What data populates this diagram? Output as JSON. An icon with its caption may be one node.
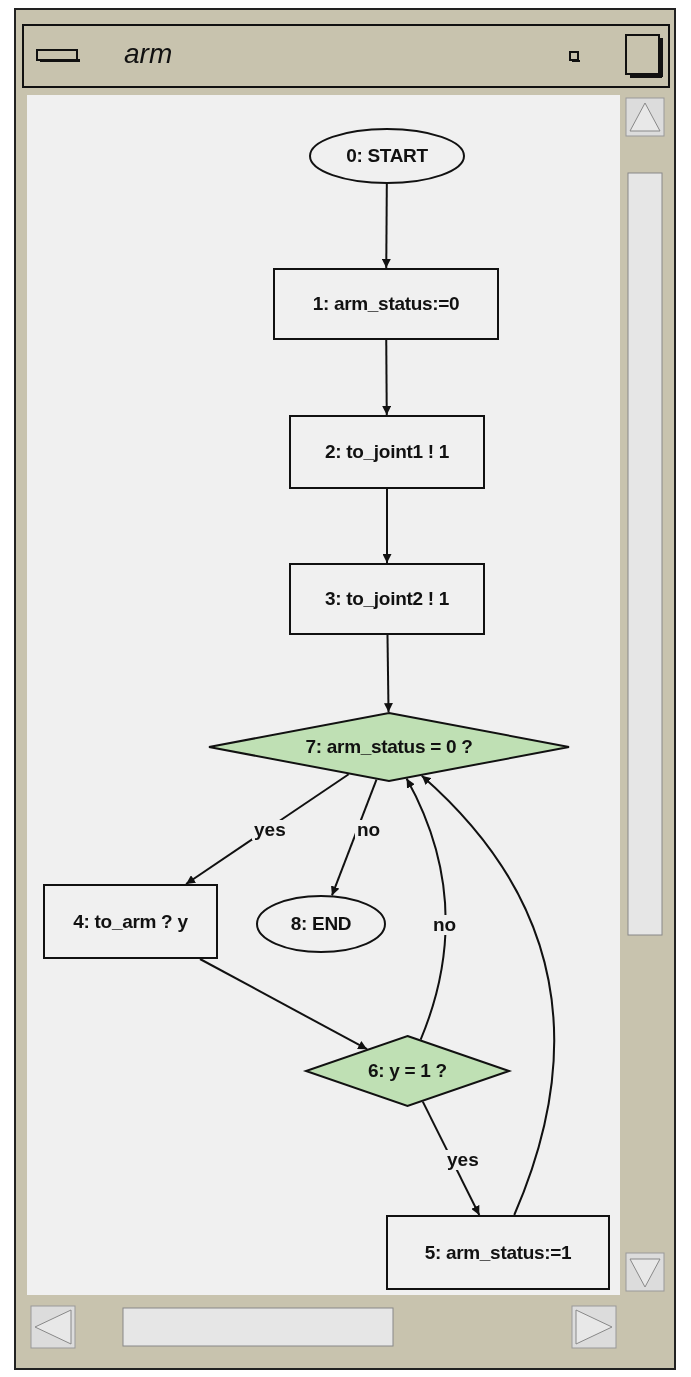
{
  "diagram": {
    "title": "arm",
    "nodes": [
      {
        "text": [
          "0: START"
        ]
      },
      {
        "text": [
          "1: arm_status:=0"
        ]
      },
      {
        "text": [
          "2: to_joint1 ! 1"
        ]
      },
      {
        "text": [
          "3: to_joint2 ! 1"
        ]
      },
      {
        "text": [
          "7: arm_status = 0 ?"
        ]
      },
      {
        "text": [
          "4: to_arm ? y"
        ]
      },
      {
        "text": [
          "8: END"
        ]
      },
      {
        "text": [
          "6: y = 1 ?"
        ]
      },
      {
        "text": [
          "5: arm_status:=1"
        ]
      }
    ],
    "edges": [
      {
        "from": 0,
        "to": 1,
        "arrow": "to"
      },
      {
        "from": 1,
        "to": 2,
        "arrow": "to"
      },
      {
        "from": 2,
        "to": 3,
        "arrow": "to"
      },
      {
        "from": 3,
        "to": 4,
        "arrow": "to"
      },
      {
        "from": 4,
        "to": 5,
        "arrow": "to",
        "label": "yes"
      },
      {
        "from": 4,
        "to": 6,
        "arrow": "to",
        "label": "no"
      },
      {
        "from": 7,
        "to": 4,
        "arrow": "to",
        "label": "no"
      },
      {
        "from": 7,
        "to": 8,
        "arrow": "to",
        "label": "yes"
      },
      {
        "from": 8,
        "to": 4,
        "arrow": "to"
      },
      {
        "from": 5,
        "to": 7,
        "arrow": "to"
      }
    ]
  }
}
